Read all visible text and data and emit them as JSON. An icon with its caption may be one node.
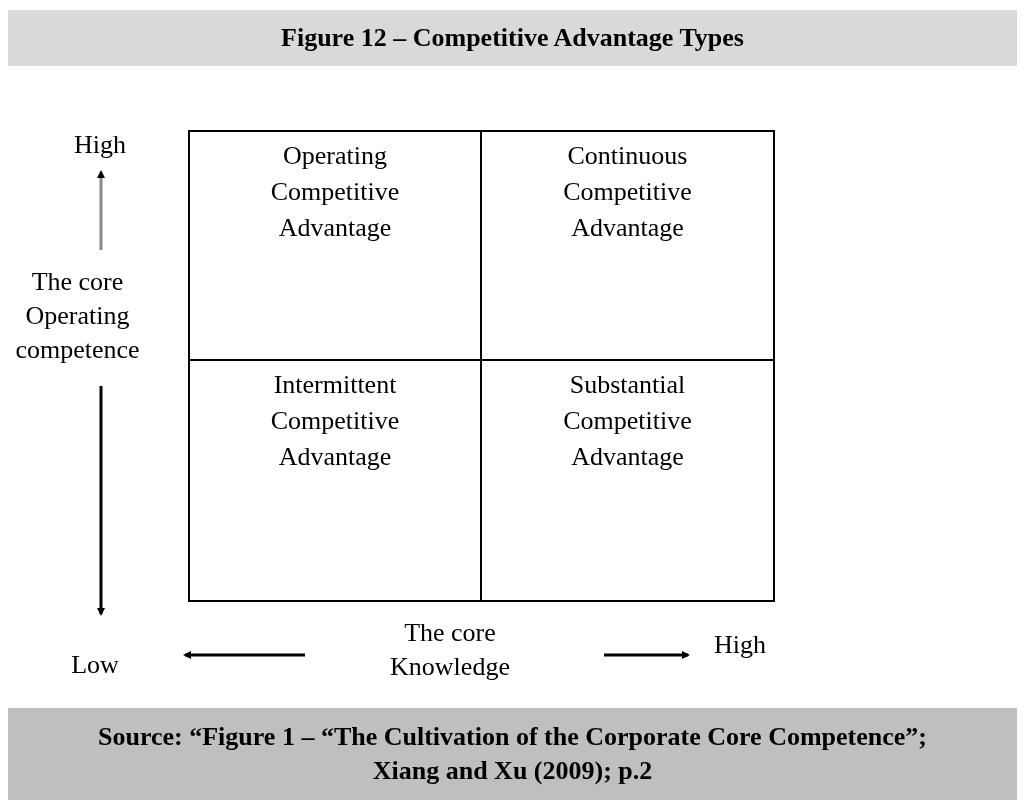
{
  "diagram": {
    "title": "Figure 12 – Competitive Advantage Types",
    "caption": "Source: “Figure 1 – “The Cultivation of the Corporate Core Competence”; Xiang and Xu (2009); p.2",
    "nodes": [
      {
        "text": [
          "Operating Competitive Advantage"
        ]
      },
      {
        "text": [
          "Continuous Competitive Advantage"
        ]
      },
      {
        "text": [
          "Intermittent Competitive Advantage"
        ]
      },
      {
        "text": [
          "Substantial Competitive Advantage"
        ]
      }
    ],
    "labels": [
      "High",
      "The core Operating competence",
      "Low",
      "The core Knowledge",
      "High"
    ]
  }
}
